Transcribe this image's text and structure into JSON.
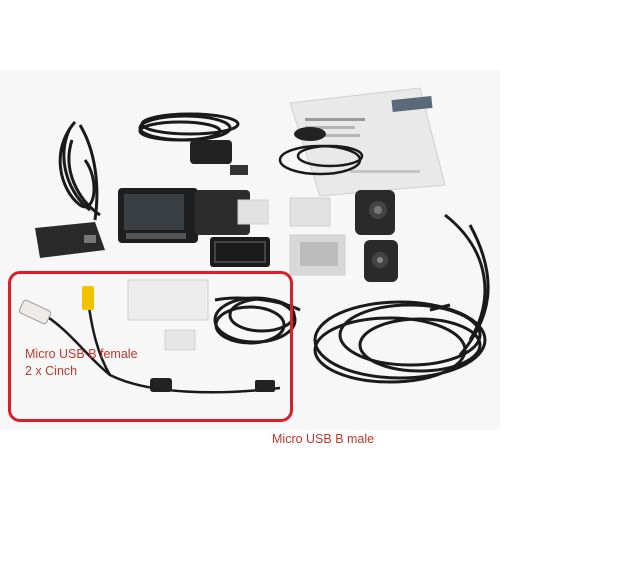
{
  "annotations": {
    "micro_usb_b_female": "Micro USB B female",
    "cinch": "2 x Cinch",
    "micro_usb_b_male": "Micro USB B male"
  },
  "colors": {
    "annotation_text": "#c0392b",
    "highlight_box": "#d9202a",
    "cable": "#1a1a1a",
    "cinch_yellow": "#f2c200",
    "cinch_white": "#ecebe6"
  },
  "icons": {
    "product_photo": "dashcam-kit-contents-photo"
  }
}
